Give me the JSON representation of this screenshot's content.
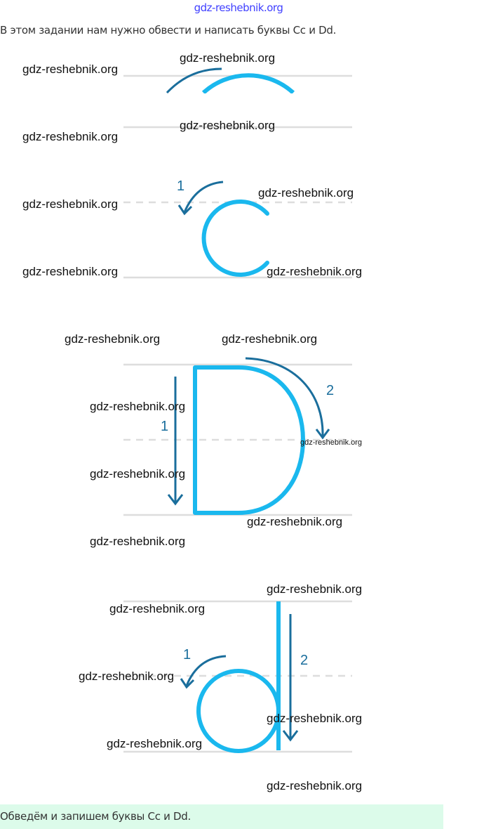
{
  "header": {
    "site_watermark": "gdz-reshebnik.org"
  },
  "intro_text": "В этом задании нам нужно обвести и написать буквы Cc и Dd.",
  "watermarks": [
    "gdz-reshebnik.org",
    "gdz-reshebnik.org",
    "gdz-reshebnik.org",
    "gdz-reshebnik.org",
    "gdz-reshebnik.org",
    "gdz-reshebnik.org",
    "gdz-reshebnik.org",
    "gdz-reshebnik.org",
    "gdz-reshebnik.org",
    "gdz-reshebnik.org",
    "gdz-reshebnik.org",
    "gdz-reshebnik.org",
    "gdz-reshebnik.org",
    "gdz-reshebnik.org",
    "gdz-reshebnik.org",
    "gdz-reshebnik.org",
    "gdz-reshebnik.org",
    "gdz-reshebnik.org",
    "gdz-reshebnik.org",
    "gdz-reshebnik.org",
    "gdz-reshebnik.org"
  ],
  "stroke_numbers": {
    "c_step1": "1",
    "D_step1": "1",
    "D_step2": "2",
    "d_step1": "1",
    "d_step2": "2"
  },
  "colors": {
    "letter": "#1ab8ee",
    "arrow": "#1a6e9c",
    "guide": "#dddddd",
    "answer_bg": "#dcfbea"
  },
  "footer_text": "Обведём и запишем буквы Cc и Dd."
}
